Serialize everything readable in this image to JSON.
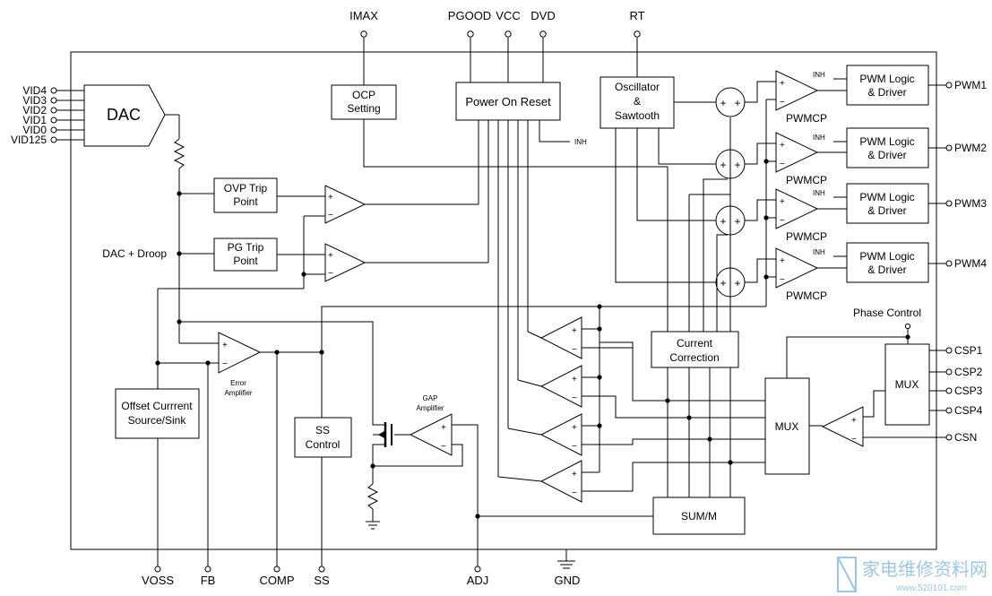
{
  "top_pins": {
    "imax": "IMAX",
    "pgood": "PGOOD",
    "vcc": "VCC",
    "dvd": "DVD",
    "rt": "RT"
  },
  "vid_pins": [
    "VID4",
    "VID3",
    "VID2",
    "VID1",
    "VID0",
    "VID125"
  ],
  "bottom_pins": {
    "voss": "VOSS",
    "fb": "FB",
    "comp": "COMP",
    "ss": "SS",
    "adj": "ADJ",
    "gnd": "GND"
  },
  "right_pins": {
    "pwm1": "PWM1",
    "pwm2": "PWM2",
    "pwm3": "PWM3",
    "pwm4": "PWM4",
    "csp1": "CSP1",
    "csp2": "CSP2",
    "csp3": "CSP3",
    "csp4": "CSP4",
    "csn": "CSN"
  },
  "blocks": {
    "dac": "DAC",
    "ocp": [
      "OCP",
      "Setting"
    ],
    "por": "Power On Reset",
    "osc": [
      "Oscillator",
      "&",
      "Sawtooth"
    ],
    "ovp": [
      "OVP Trip",
      "Point"
    ],
    "pg": [
      "PG Trip",
      "Point"
    ],
    "offset": [
      "Offset Currrent",
      "Source/Sink"
    ],
    "ss": [
      "SS",
      "Control"
    ],
    "current": [
      "Current",
      "Correction"
    ],
    "mux_main": "MUX",
    "mux_cs": "MUX",
    "sum": "SUM/M",
    "pwm_logic": [
      "PWM Logic",
      "& Driver"
    ]
  },
  "labels": {
    "dac_droop": "DAC + Droop",
    "error_amp": [
      "Error",
      "Amplifier"
    ],
    "gap_amp": [
      "GAP",
      "Amplifier"
    ],
    "inh": "INH",
    "pwmcp": "PWMCP",
    "phase_control": "Phase Control",
    "plus": "+",
    "minus": "−"
  },
  "watermark": {
    "cn": "家电维修资料网",
    "url": "www.520101.com"
  }
}
